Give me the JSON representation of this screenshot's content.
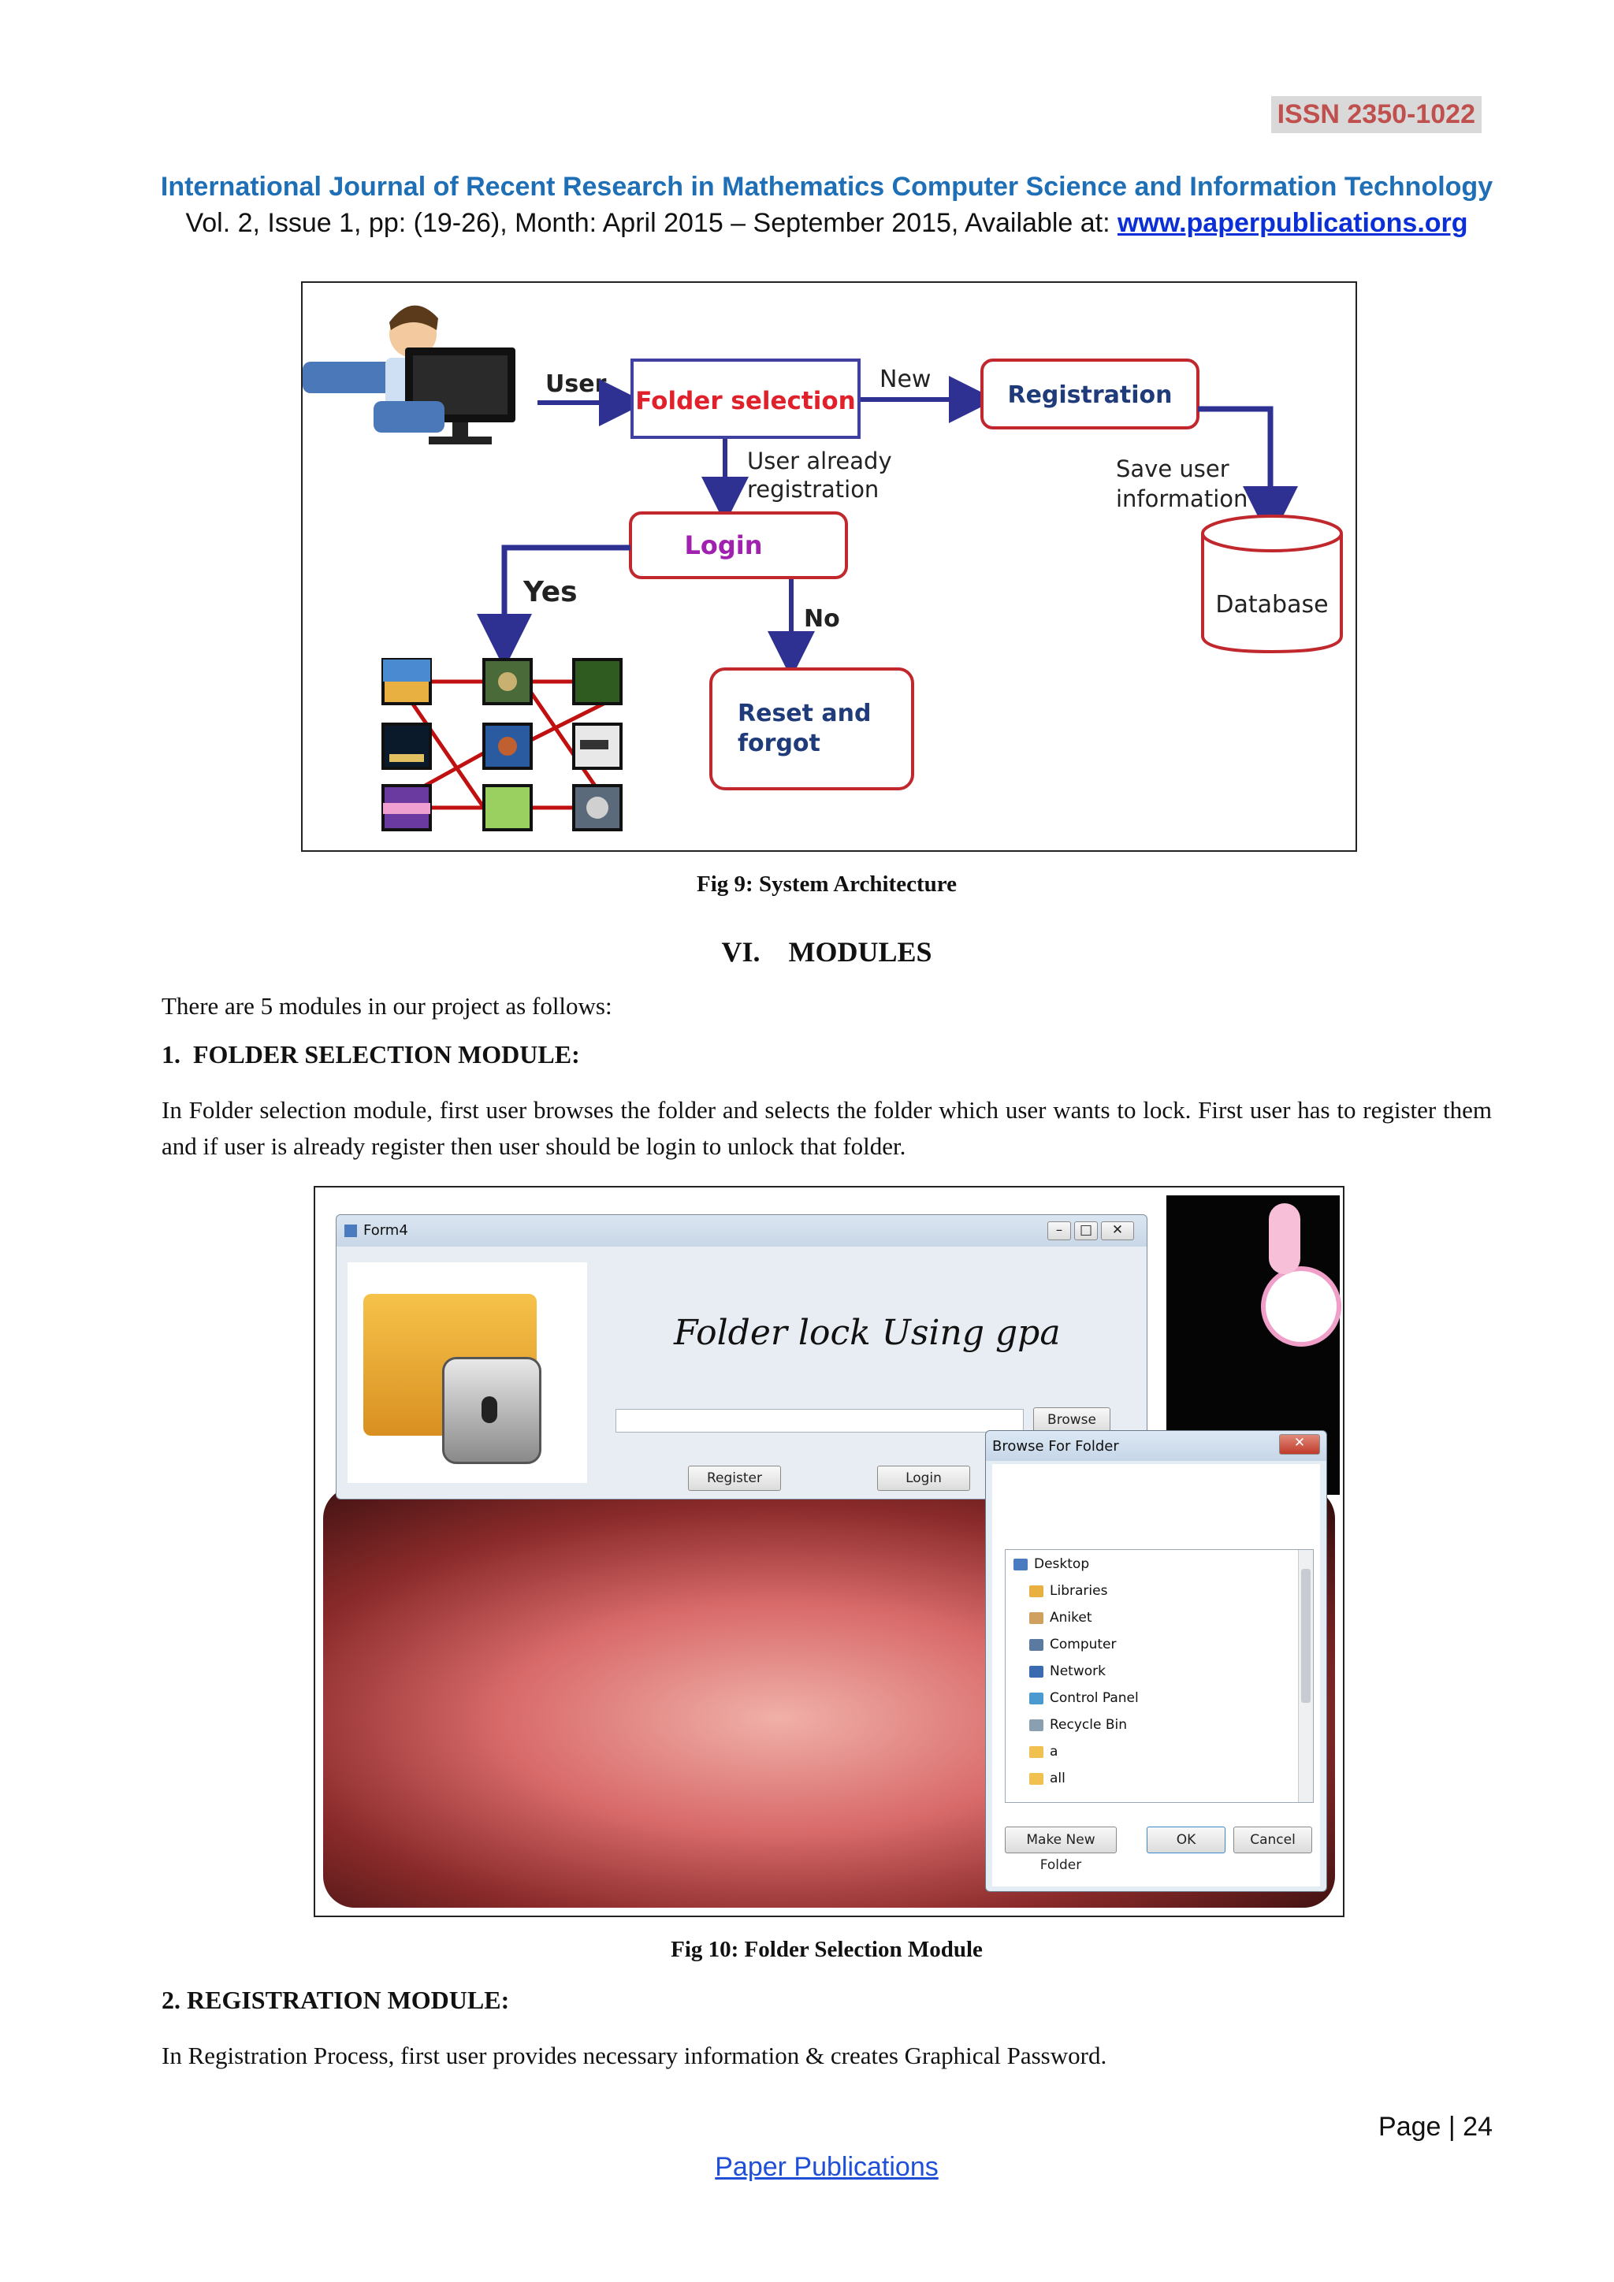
{
  "header": {
    "issn": "ISSN  2350-1022",
    "journal": "International Journal of Recent Research in Mathematics Computer Science and Information Technology",
    "volume_text": "Vol. 2, Issue 1, pp: (19-26), Month: April 2015 – September 2015, Available at: ",
    "url": "www.paperpublications.org"
  },
  "fig9": {
    "caption": "Fig 9: System Architecture",
    "labels": {
      "user": "User",
      "folder_selection": "Folder selection",
      "new": "New",
      "registration": "Registration",
      "already_1": "User already",
      "already_2": "registration",
      "save_1": "Save user",
      "save_2": "information",
      "login": "Login",
      "yes": "Yes",
      "no": "No",
      "database": "Database",
      "reset_1": "Reset and",
      "reset_2": "forgot"
    },
    "colors": {
      "arrow": "#2e3192",
      "box_border": "#c0282d",
      "folder_border": "#4040a0",
      "folder_text": "#e0202a",
      "login_text": "#a020b0",
      "connector": "#c01010"
    }
  },
  "section6": {
    "heading": "VI.    MODULES",
    "intro": "There are 5 modules in our project as follows:",
    "m1_heading": "1.  FOLDER SELECTION MODULE:",
    "m1_text": "In Folder selection module, first user browses the folder and selects the folder which user wants to lock. First user has to register them and if user is already register then user should be login to unlock that folder."
  },
  "fig10": {
    "caption": "Fig 10: Folder Selection Module",
    "form_title": "Form4",
    "app_title": "Folder lock Using gpa",
    "browse_btn": "Browse",
    "register_btn": "Register",
    "login_btn": "Login",
    "dialog_title": "Browse For Folder",
    "tree": [
      "Desktop",
      "Libraries",
      "Aniket",
      "Computer",
      "Network",
      "Control Panel",
      "Recycle Bin",
      "a",
      "all"
    ],
    "make_folder_btn": "Make New Folder",
    "ok_btn": "OK",
    "cancel_btn": "Cancel"
  },
  "section2": {
    "heading": "2. REGISTRATION MODULE:",
    "text": "In Registration Process, first user provides necessary information & creates Graphical Password."
  },
  "footer": {
    "page": "Page | 24",
    "publisher": "Paper Publications"
  }
}
